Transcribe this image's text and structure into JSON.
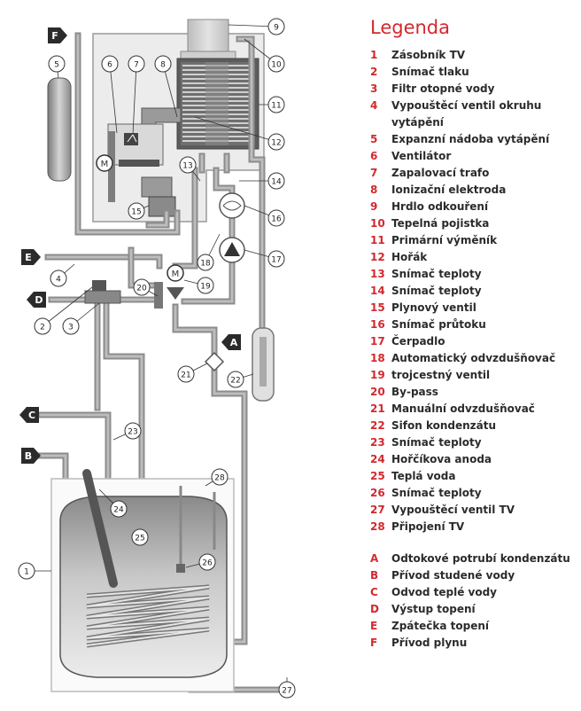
{
  "legend": {
    "title": "Legenda",
    "items": [
      {
        "n": "1",
        "t": "Zásobník TV"
      },
      {
        "n": "2",
        "t": "Snímač tlaku"
      },
      {
        "n": "3",
        "t": "Filtr otopné vody"
      },
      {
        "n": "4",
        "t": "Vypouštěcí ventil okruhu vytápění"
      },
      {
        "n": "5",
        "t": "Expanzní nádoba vytápění"
      },
      {
        "n": "6",
        "t": "Ventilátor"
      },
      {
        "n": "7",
        "t": "Zapalovací trafo"
      },
      {
        "n": "8",
        "t": "Ionizační elektroda"
      },
      {
        "n": "9",
        "t": "Hrdlo odkouření"
      },
      {
        "n": "10",
        "t": "Tepelná pojistka"
      },
      {
        "n": "11",
        "t": "Primární výměník"
      },
      {
        "n": "12",
        "t": "Hořák"
      },
      {
        "n": "13",
        "t": "Snímač teploty"
      },
      {
        "n": "14",
        "t": "Snímač teploty"
      },
      {
        "n": "15",
        "t": "Plynový ventil"
      },
      {
        "n": "16",
        "t": "Snímač průtoku"
      },
      {
        "n": "17",
        "t": "Čerpadlo"
      },
      {
        "n": "18",
        "t": "Automatický odvzdušňovač"
      },
      {
        "n": "19",
        "t": "trojcestný ventil"
      },
      {
        "n": "20",
        "t": "By-pass"
      },
      {
        "n": "21",
        "t": "Manuální odvzdušňovač"
      },
      {
        "n": "22",
        "t": "Sifon kondenzátu"
      },
      {
        "n": "23",
        "t": "Snímač teploty"
      },
      {
        "n": "24",
        "t": "Hořčíkova anoda"
      },
      {
        "n": "25",
        "t": "Teplá voda"
      },
      {
        "n": "26",
        "t": "Snímač teploty"
      },
      {
        "n": "27",
        "t": "Vypouštěcí ventil TV"
      },
      {
        "n": "28",
        "t": "Připojení TV"
      }
    ],
    "connections": [
      {
        "n": "A",
        "t": "Odtokové potrubí kondenzátu"
      },
      {
        "n": "B",
        "t": "Přívod studené vody"
      },
      {
        "n": "C",
        "t": "Odvod teplé vody"
      },
      {
        "n": "D",
        "t": "Výstup topení"
      },
      {
        "n": "E",
        "t": "Zpátečka topení"
      },
      {
        "n": "F",
        "t": "Přívod plynu"
      }
    ]
  },
  "callouts": [
    "1",
    "2",
    "3",
    "4",
    "5",
    "6",
    "7",
    "8",
    "9",
    "10",
    "11",
    "12",
    "13",
    "14",
    "15",
    "16",
    "17",
    "18",
    "19",
    "20",
    "21",
    "22",
    "23",
    "24",
    "25",
    "26",
    "27",
    "28"
  ],
  "connection_tags": [
    "A",
    "B",
    "C",
    "D",
    "E",
    "F"
  ],
  "colors": {
    "accent": "#d4282e",
    "pipe": "#8c8c8c",
    "pipe_fill": "#b9b9b9",
    "text": "#2b2b2b"
  }
}
